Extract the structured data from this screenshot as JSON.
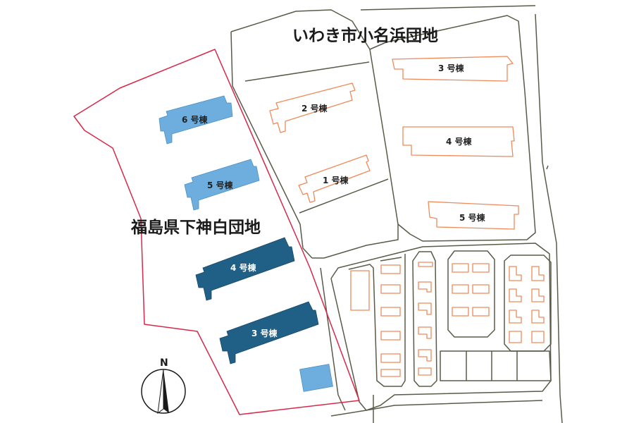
{
  "iwaki": {
    "title": "いわき市小名浜団地",
    "buildings": {
      "b1": "1 号棟",
      "b2": "2 号棟",
      "b3": "3 号棟",
      "b4": "4 号棟",
      "b5": "5 号棟"
    }
  },
  "fukushima": {
    "title": "福島県下神白団地",
    "buildings": {
      "b3": "3 号棟",
      "b4": "4 号棟",
      "b5": "5 号棟",
      "b6": "6 号棟"
    }
  },
  "compass": {
    "north_label": "N",
    "icon": "north-arrow-icon"
  },
  "colors": {
    "road": "#5a5a48",
    "boundary": "#d8284a",
    "iwaki_building_outline": "#ef8a5a",
    "fukushima_light_building": "#6eaede",
    "fukushima_dark_building": "#205f86"
  }
}
